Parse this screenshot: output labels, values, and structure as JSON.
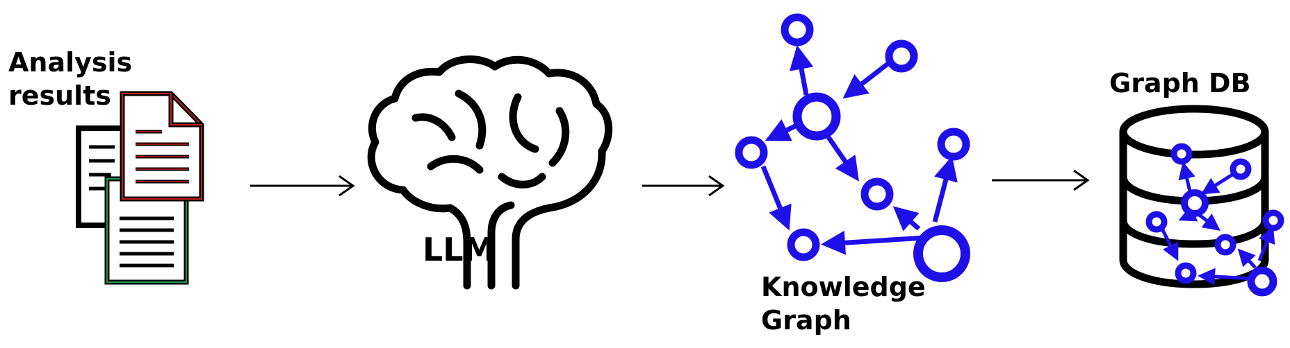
{
  "labels": {
    "analysis_line1": "Analysis",
    "analysis_line2": "results",
    "llm": "LLM",
    "knowledge_line1": "Knowledge",
    "knowledge_line2": "Graph",
    "graph_db": "Graph DB"
  },
  "colors": {
    "graph": "#1f10e8",
    "doc_black": "#000000",
    "doc_red": "#c81e1e",
    "doc_green": "#1e9a4a",
    "ink": "#000000"
  },
  "icons": [
    "documents-icon",
    "brain-icon",
    "knowledge-graph-icon",
    "database-icon"
  ]
}
